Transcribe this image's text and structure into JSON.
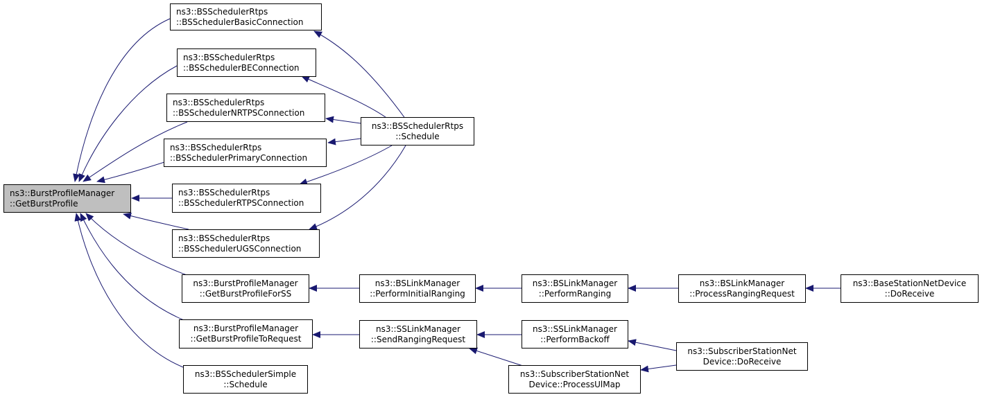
{
  "colors": {
    "edge": "#191970",
    "root_fill": "#bfbfbf",
    "node_fill": "#ffffff",
    "border": "#000000"
  },
  "nodes": {
    "root": {
      "line1": "ns3::BurstProfileManager",
      "line2": "::GetBurstProfile"
    },
    "basic": {
      "line1": "ns3::BSSchedulerRtps",
      "line2": "::BSSchedulerBasicConnection"
    },
    "be": {
      "line1": "ns3::BSSchedulerRtps",
      "line2": "::BSSchedulerBEConnection"
    },
    "nrtps": {
      "line1": "ns3::BSSchedulerRtps",
      "line2": "::BSSchedulerNRTPSConnection"
    },
    "primary": {
      "line1": "ns3::BSSchedulerRtps",
      "line2": "::BSSchedulerPrimaryConnection"
    },
    "rtps": {
      "line1": "ns3::BSSchedulerRtps",
      "line2": "::BSSchedulerRTPSConnection"
    },
    "ugs": {
      "line1": "ns3::BSSchedulerRtps",
      "line2": "::BSSchedulerUGSConnection"
    },
    "schedule": {
      "line1": "ns3::BSSchedulerRtps",
      "line2": "::Schedule"
    },
    "forss": {
      "line1": "ns3::BurstProfileManager",
      "line2": "::GetBurstProfileForSS"
    },
    "toreq": {
      "line1": "ns3::BurstProfileManager",
      "line2": "::GetBurstProfileToRequest"
    },
    "simple": {
      "line1": "ns3::BSSchedulerSimple",
      "line2": "::Schedule"
    },
    "pir": {
      "line1": "ns3::BSLinkManager",
      "line2": "::PerformInitialRanging"
    },
    "pr": {
      "line1": "ns3::BSLinkManager",
      "line2": "::PerformRanging"
    },
    "prr": {
      "line1": "ns3::BSLinkManager",
      "line2": "::ProcessRangingRequest"
    },
    "bsdr": {
      "line1": "ns3::BaseStationNetDevice",
      "line2": "::DoReceive"
    },
    "srr": {
      "line1": "ns3::SSLinkManager",
      "line2": "::SendRangingRequest"
    },
    "pb": {
      "line1": "ns3::SSLinkManager",
      "line2": "::PerformBackoff"
    },
    "pum": {
      "line1": "ns3::SubscriberStationNet",
      "line2": "Device::ProcessUlMap"
    },
    "ssdr": {
      "line1": "ns3::SubscriberStationNet",
      "line2": "Device::DoReceive"
    }
  }
}
